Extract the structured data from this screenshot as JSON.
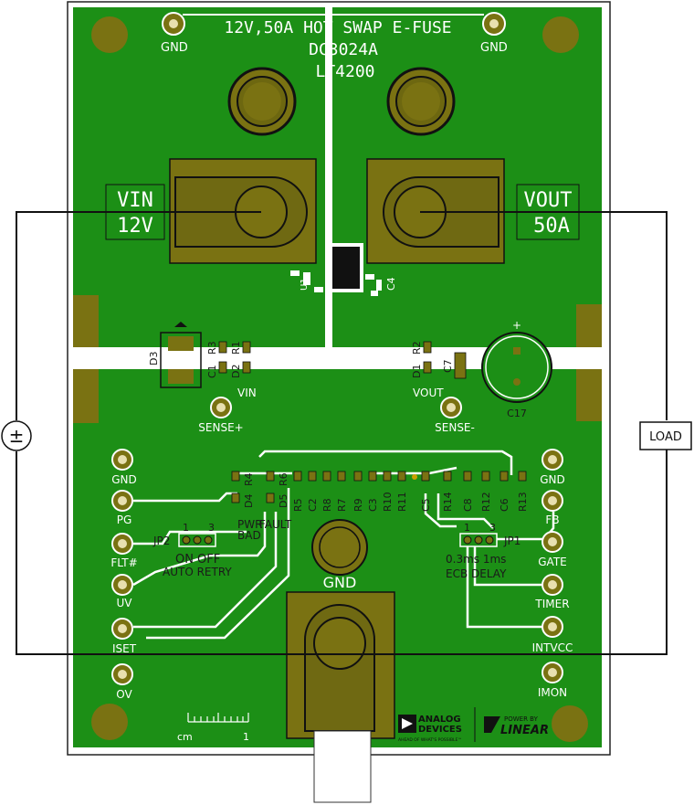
{
  "board": {
    "title_line1": "12V,50A HOT SWAP E-FUSE",
    "title_line2": "DC3024A",
    "title_line3": "LT4200",
    "vin_label": "VIN",
    "vin_value": "12V",
    "vout_label": "VOUT",
    "vout_value": "50A",
    "gnd_big": "GND",
    "load_label": "LOAD",
    "source_symbol": "±",
    "scale_unit": "cm",
    "scale_end": "1",
    "logo_adi_line1": "ANALOG",
    "logo_adi_line2": "DEVICES",
    "logo_adi_tag": "AHEAD OF WHAT'S POSSIBLE™",
    "logo_linear_top": "POWER BY",
    "logo_linear_main": "LINEAR"
  },
  "turrets": {
    "gnd_tl": "GND",
    "gnd_tr": "GND",
    "sense_plus": "SENSE+",
    "sense_minus": "SENSE-",
    "vin_sense": "VIN",
    "vout_sense": "VOUT",
    "left": [
      "GND",
      "PG",
      "FLT#",
      "UV",
      "ISET",
      "OV"
    ],
    "right": [
      "GND",
      "FB",
      "GATE",
      "TIMER",
      "INTVCC",
      "IMON"
    ]
  },
  "jumpers": {
    "jp2": "JP2",
    "jp2_pin1": "1",
    "jp2_pin3": "3",
    "jp2_on": "ON",
    "jp2_off": "OFF",
    "jp2_desc": "AUTO RETRY",
    "jp1": "JP1",
    "jp1_pin1": "1",
    "jp1_pin3": "3",
    "jp1_opts": "0.3ms 1ms",
    "jp1_desc": "ECB DELAY"
  },
  "indicators": {
    "pwr": "PWR",
    "bad": "BAD",
    "fault": "FAULT"
  },
  "refdes": {
    "d3": "D3",
    "c1": "C1",
    "r3": "R3",
    "d2": "D2",
    "r1": "R1",
    "d1": "D1",
    "r2": "R2",
    "c7": "C7",
    "c17": "C17",
    "u1": "U1",
    "c4": "C4",
    "r4": "R4",
    "d4": "D4",
    "r6": "R6",
    "d5": "D5",
    "row": [
      "R5",
      "C2",
      "R8",
      "R7",
      "R9",
      "C3",
      "R10",
      "R11",
      "C5",
      "R14",
      "C8",
      "R12",
      "C6",
      "R13"
    ]
  },
  "colors": {
    "board_green": "#1c8f16",
    "copper_gold": "#7a7212",
    "silk_white": "#ffffff",
    "wire_black": "#111111"
  }
}
